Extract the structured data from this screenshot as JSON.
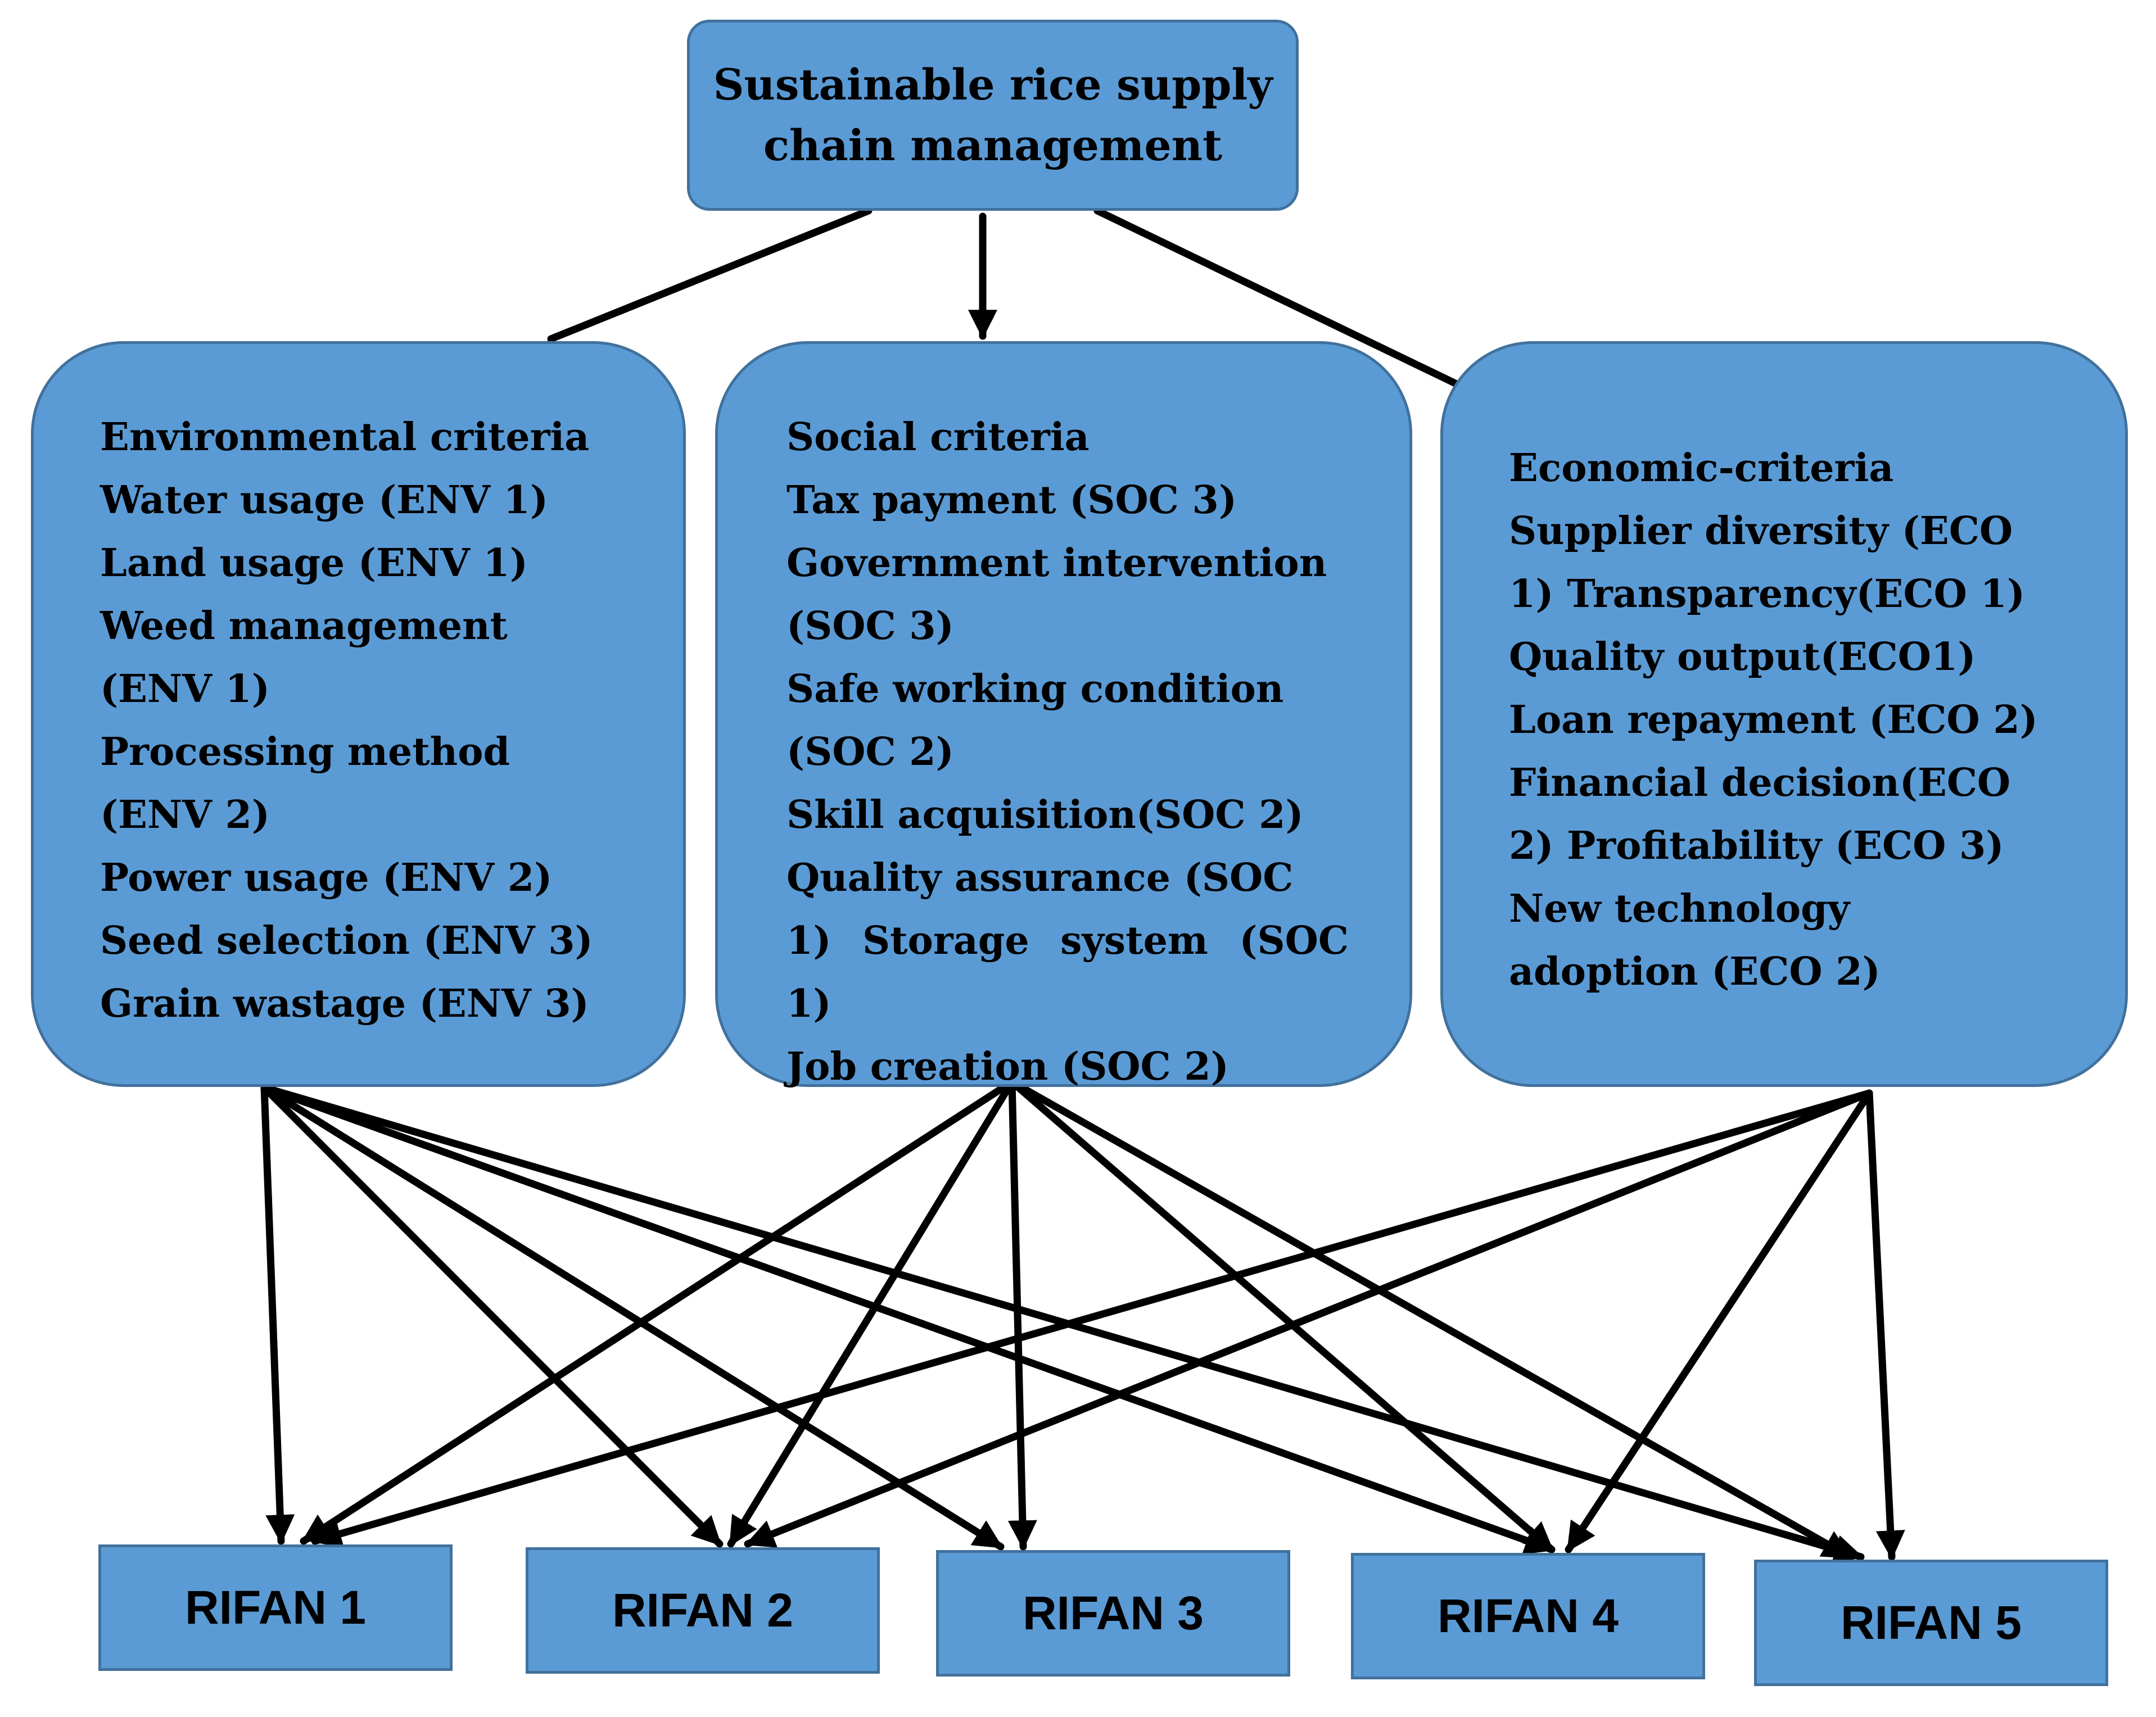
{
  "root": {
    "line1": "Sustainable rice supply",
    "line2": "chain management"
  },
  "environmental": {
    "lines": [
      "Environmental criteria",
      "Water usage (ENV 1)",
      "Land usage (ENV 1)",
      "Weed management",
      "(ENV 1)",
      "Processing method",
      "(ENV 2)",
      "Power usage (ENV 2)",
      "Seed selection (ENV 3)",
      "Grain wastage (ENV 3)"
    ]
  },
  "social": {
    "lines": [
      "Social criteria",
      "Tax payment (SOC 3)",
      "Government intervention",
      "(SOC 3)",
      "Safe working condition",
      "(SOC 2)",
      "Skill acquisition(SOC 2)",
      "Quality assurance (SOC",
      "1) Storage system (SOC 1)",
      "Job creation (SOC 2)"
    ]
  },
  "economic": {
    "lines": [
      "Economic-criteria",
      "Supplier diversity (ECO",
      "1) Transparency(ECO 1)",
      "Quality output(ECO1)",
      "Loan repayment (ECO 2)",
      "Financial decision(ECO",
      "2) Profitability (ECO 3)",
      "New technology",
      "adoption (ECO 2)"
    ]
  },
  "rifans": [
    "RIFAN 1",
    "RIFAN 2",
    "RIFAN 3",
    "RIFAN 4",
    "RIFAN 5"
  ],
  "colors": {
    "box_fill": "#5b9bd5",
    "box_border": "#41719c",
    "connector": "#000000"
  }
}
